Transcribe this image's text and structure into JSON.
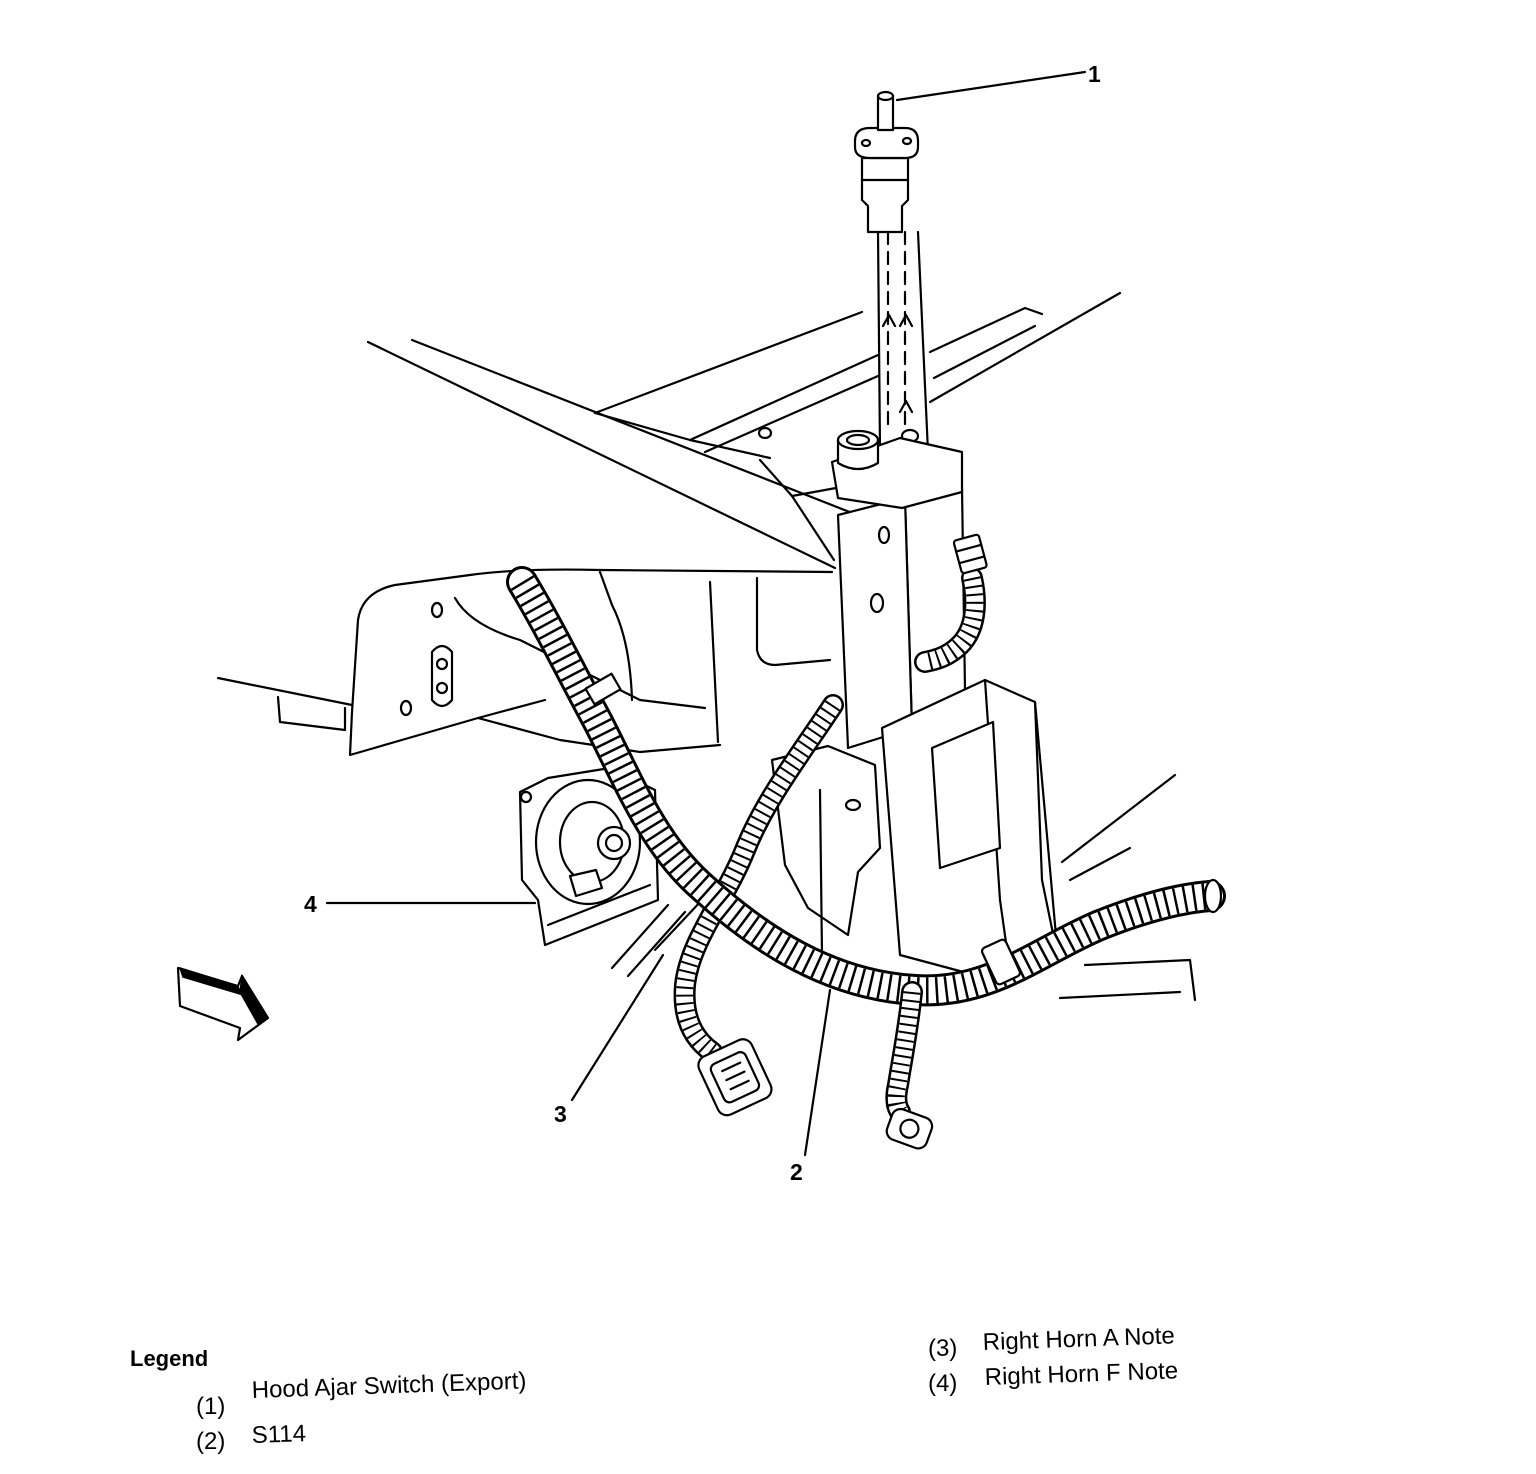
{
  "callouts": [
    "1",
    "2",
    "3",
    "4"
  ],
  "legend": {
    "title": "Legend",
    "items": [
      {
        "number": "(1)",
        "label": "Hood Ajar Switch (Export)"
      },
      {
        "number": "(2)",
        "label": "S114"
      },
      {
        "number": "(3)",
        "label": "Right Horn A Note"
      },
      {
        "number": "(4)",
        "label": "Right Horn F Note"
      }
    ]
  },
  "colors": {
    "ink": "#000000",
    "paper": "#ffffff"
  },
  "icons": {
    "direction_arrow": "front-direction-arrow-icon"
  }
}
